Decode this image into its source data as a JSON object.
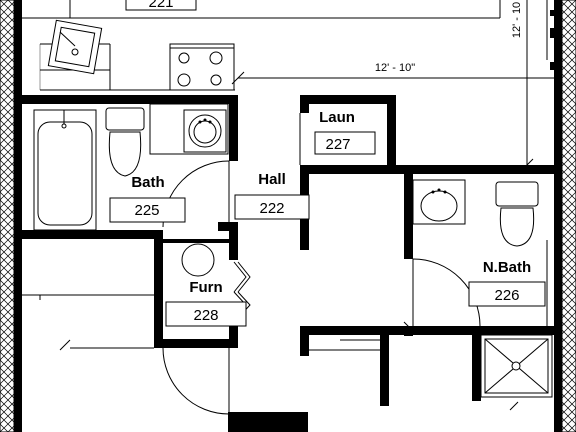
{
  "rooms": [
    {
      "name": "Laun",
      "number": "227"
    },
    {
      "name": "Bath",
      "number": "225"
    },
    {
      "name": "Hall",
      "number": "222"
    },
    {
      "name": "Furn",
      "number": "228"
    },
    {
      "name": "N.Bath",
      "number": "226"
    },
    {
      "name": "",
      "number": "221"
    }
  ],
  "dimensions": {
    "horizontal": "12' - 10\"",
    "vertical": "12' - 10"
  }
}
